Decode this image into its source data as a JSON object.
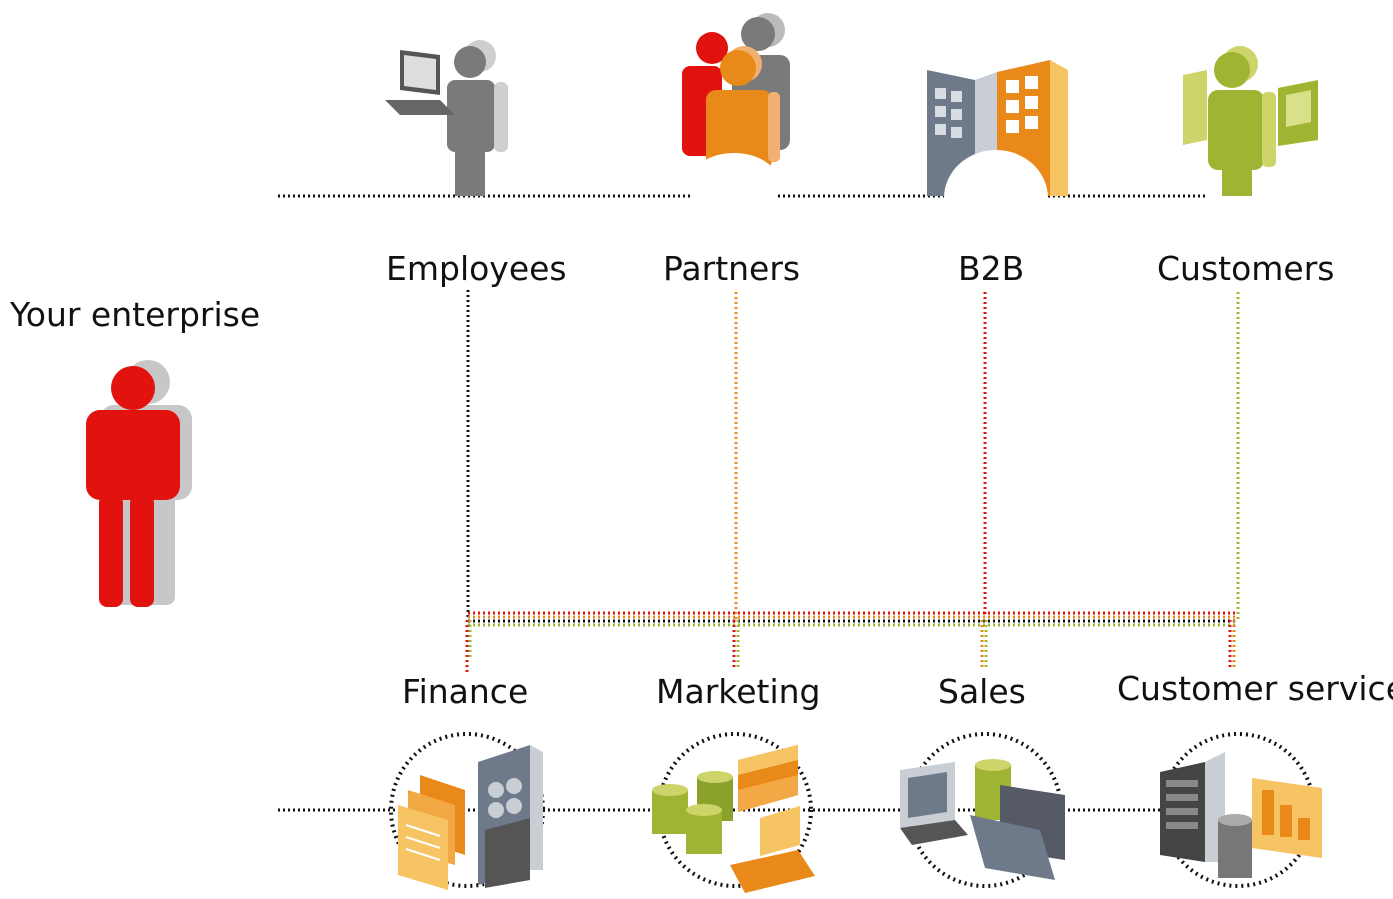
{
  "enterprise": {
    "label": "Your enterprise"
  },
  "audiences": [
    {
      "label": "Employees",
      "icon": "employee-laptop-icon"
    },
    {
      "label": "Partners",
      "icon": "partners-group-icon"
    },
    {
      "label": "B2B",
      "icon": "b2b-buildings-icon"
    },
    {
      "label": "Customers",
      "icon": "customer-devices-icon"
    }
  ],
  "departments": [
    {
      "label": "Finance",
      "icon": "finance-documents-server-icon"
    },
    {
      "label": "Marketing",
      "icon": "marketing-databases-icon"
    },
    {
      "label": "Sales",
      "icon": "sales-computer-folders-icon"
    },
    {
      "label": "Customer service",
      "icon": "customer-service-server-chart-icon"
    }
  ],
  "colors": {
    "red": "#e2130f",
    "orange": "#e9891a",
    "lime": "#9fb432",
    "gray": "#888888",
    "dark": "#111111"
  }
}
